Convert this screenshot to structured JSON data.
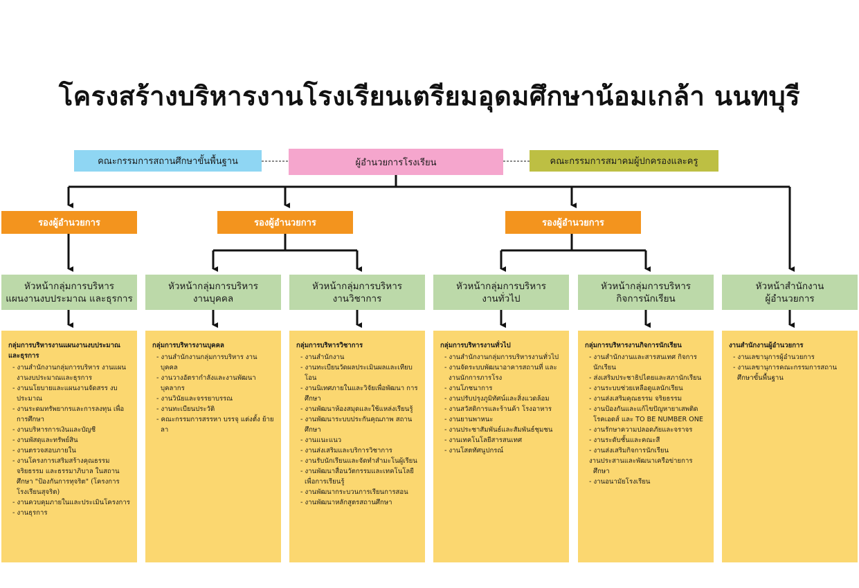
{
  "title": "โครงสร้างบริหารงานโรงเรียนเตรียมอุดมศึกษาน้อมเกล้า นนทบุรี",
  "top": {
    "left": "คณะกรรมการสถานศึกษาขั้นพื้นฐาน",
    "center": "ผู้อำนวยการโรงเรียน",
    "right": "คณะกรรมการสมาคมผู้ปกครองและครู"
  },
  "deputies": [
    "รองผู้อำนวยการ",
    "รองผู้อำนวยการ",
    "รองผู้อำนวยการ"
  ],
  "heads": [
    {
      "l1": "หัวหน้ากลุ่มการบริหาร",
      "l2": "แผนงานงบประมาณ และธุรการ"
    },
    {
      "l1": "หัวหน้ากลุ่มการบริหาร",
      "l2": "งานบุคคล"
    },
    {
      "l1": "หัวหน้ากลุ่มการบริหาร",
      "l2": "งานวิชาการ"
    },
    {
      "l1": "หัวหน้ากลุ่มการบริหาร",
      "l2": "งานทั่วไป"
    },
    {
      "l1": "หัวหน้ากลุ่มการบริหาร",
      "l2": "กิจการนักเรียน"
    },
    {
      "l1": "หัวหน้าสำนักงาน",
      "l2": "ผู้อำนวยการ"
    }
  ],
  "details": [
    {
      "title": "กลุ่มการบริหารงานแผนงานงบประมาณและธุรการ",
      "items": [
        "- งานสำนักงานกลุ่มการบริหาร งานแผนงานงบประมาณและธุรการ",
        "- งานนโยบายและแผนงานจัดสรร งบประมาณ",
        "- งานระดมทรัพยากรและการลงทุน เพื่อการศึกษา",
        "- งานบริหารการเงินและบัญชี",
        "- งานพัสดุและทรัพย์สิน",
        "- งานตรวจสอบภายใน",
        "- งานโครงการเสริมสร้างคุณธรรม จริยธรรม และธรรมาภิบาล ในสถานศึกษา \"ป้องกันการทุจริต\" (โครงการโรงเรียนสุจริต)",
        "- งานควบคุมภายในและประเมินโครงการ",
        "- งานธุรการ"
      ]
    },
    {
      "title": "กลุ่มการบริหารงานบุคคล",
      "items": [
        "- งานสำนักงานกลุ่มการบริหาร งานบุคคล",
        "- งานวางอัตรากำลังและงานพัฒนาบุคลากร",
        "- งานวินัยและจรรยาบรรณ",
        "- งานทะเบียนประวัติ",
        "- คณะกรรมการสรรหา บรรจุ แต่งตั้ง ย้าย ลา"
      ]
    },
    {
      "title": "กลุ่มการบริหารวิชาการ",
      "items": [
        "- งานสำนักงาน",
        "- งานทะเบียนวัดผลประเมินผลและเทียบโอน",
        "- งานนิเทศภายในและวิจัยเพื่อพัฒนา การศึกษา",
        "- งานพัฒนาห้องสมุดและใช้แหล่งเรียนรู้",
        "- งานพัฒนาระบบประกันคุณภาพ สถานศึกษา",
        "- งานแนะแนว",
        "- งานส่งเสริมและบริการวิชาการ",
        "- งานรับนักเรียนและจัดทำสำมะโนผู้เรียน",
        "- งานพัฒนาสื่อนวัตกรรมและเทคโนโลยี เพื่อการเรียนรู้",
        "- งานพัฒนากระบวนการเรียนการสอน",
        "- งานพัฒนาหลักสูตรสถานศึกษา"
      ]
    },
    {
      "title": "กลุ่มการบริหารงานทั่วไป",
      "items": [
        "- งานสำนักงานกลุ่มการบริหารงานทั่วไป",
        "- งานจัดระบบพัฒนาอาคารสถานที่ และงานนักการภารโรง",
        "- งานโภชนาการ",
        "- งานปรับปรุงภูมิทัศน์และสิ่งแวดล้อม",
        "- งานสวัสดิการและร้านค้า โรงอาหาร",
        "- งานยานพาหนะ",
        "- งานประชาสัมพันธ์และสัมพันธ์ชุมชน",
        "- งานเทคโนโลยีสารสนเทศ",
        "- งานโสตทัศนูปกรณ์"
      ]
    },
    {
      "title": "กลุ่มการบริหารงานกิจการนักเรียน",
      "items": [
        "- งานสำนักงานและสารสนเทศ กิจการนักเรียน",
        "- ส่งเสริมประชาธิปไตยและสภานักเรียน",
        "- งานระบบช่วยเหลือดูแลนักเรียน",
        "- งานส่งเสริมคุณธรรม จริยธรรม",
        "- งานป้องกันและแก้ไขปัญหายาเสพติด โรคเอดส์ และ TO BE NUMBER ONE",
        "- งานรักษาความปลอดภัยและจราจร",
        "- งานระดับชั้นและคณะสี",
        "- งานส่งเสริมกิจการนักเรียน",
        "งานประสานและพัฒนาเครือข่ายการศึกษา",
        "- งานอนามัยโรงเรียน"
      ]
    },
    {
      "title": "งานสำนักงานผู้อำนวยการ",
      "items": [
        "- งานเลขานุการผู้อำนวยการ",
        "- งานเลขานุการคณะกรรมการสถานศึกษาขั้นพื้นฐาน"
      ]
    }
  ]
}
